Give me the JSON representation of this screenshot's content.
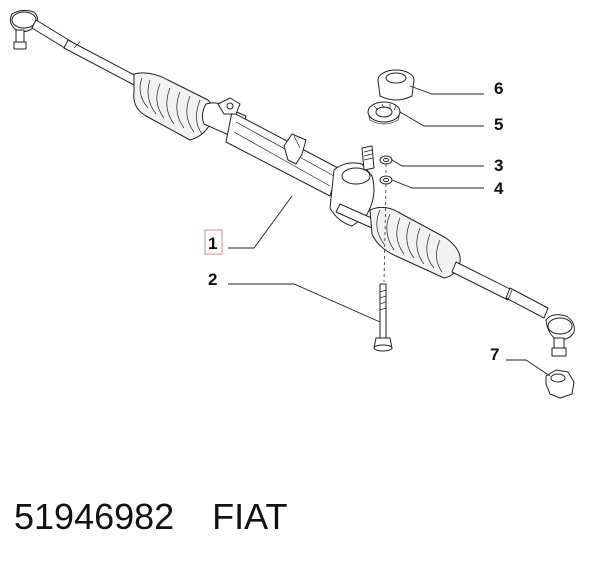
{
  "diagram": {
    "callouts": [
      {
        "id": "1",
        "label": "1",
        "highlighted": true
      },
      {
        "id": "2",
        "label": "2"
      },
      {
        "id": "3",
        "label": "3"
      },
      {
        "id": "4",
        "label": "4"
      },
      {
        "id": "5",
        "label": "5"
      },
      {
        "id": "6",
        "label": "6"
      },
      {
        "id": "7",
        "label": "7"
      }
    ],
    "highlight_color": "#e8a0a8"
  },
  "footer": {
    "part_number": "51946982",
    "brand": "FIAT"
  }
}
